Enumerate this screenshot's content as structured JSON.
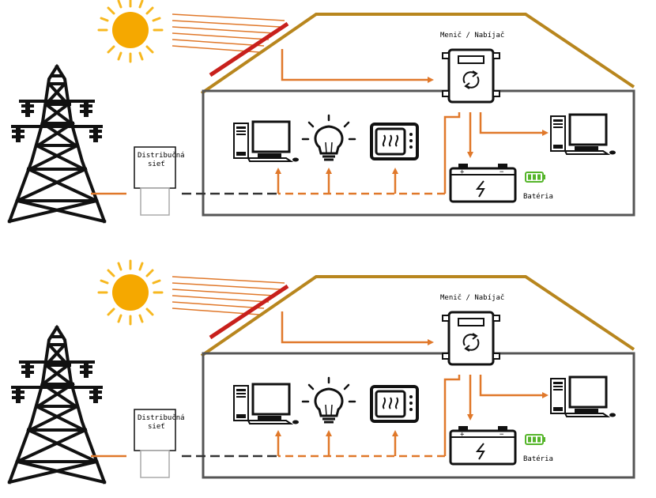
{
  "panels": [
    {
      "inverter_label": "Menič / Nabíjač",
      "grid_label_line1": "Distribučná",
      "grid_label_line2": "sieť",
      "battery_label": "Batéria"
    },
    {
      "inverter_label": "Menič / Nabíjač",
      "grid_label_line1": "Distribučná",
      "grid_label_line2": "sieť",
      "battery_label": "Batéria"
    }
  ],
  "colors": {
    "flow_orange": "#e0782a",
    "roof_gold": "#b8861e",
    "sun_orange": "#f5a800",
    "sun_ray": "#f7b820",
    "solar_panel_red": "#c8201c",
    "battery_green": "#55b52a"
  },
  "icons": [
    "transmission-tower-icon",
    "sun-icon",
    "solar-panel-icon",
    "inverter-icon",
    "computer-icon",
    "light-bulb-icon",
    "microwave-icon",
    "battery-icon",
    "charge-level-icon",
    "grid-meter-box"
  ]
}
